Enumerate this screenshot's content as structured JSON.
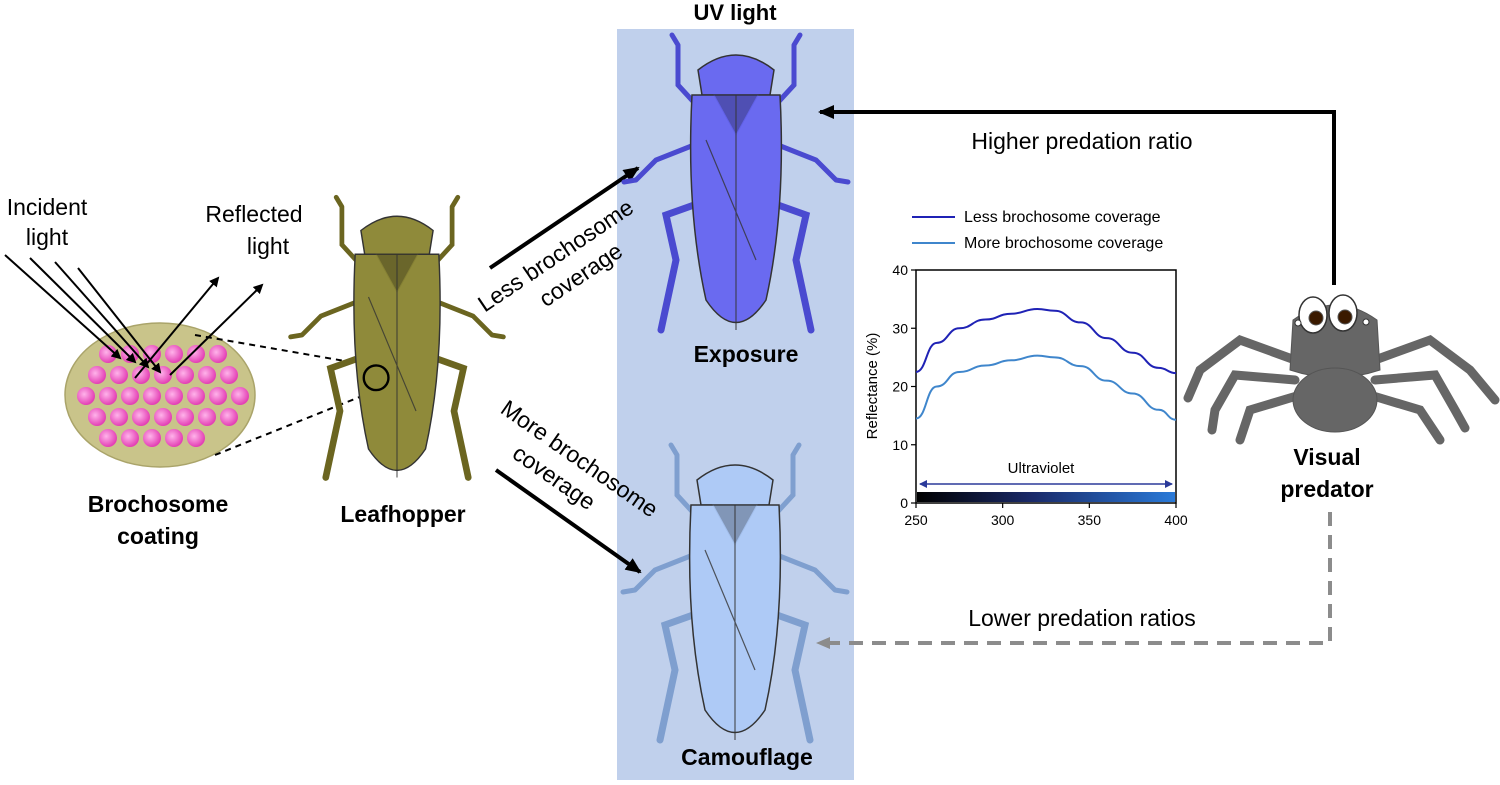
{
  "labels": {
    "uv_light": "UV light",
    "incident_light": [
      "Incident",
      "light"
    ],
    "reflected_light": [
      "Reflected",
      "light"
    ],
    "brochosome_coating": [
      "Brochosome",
      "coating"
    ],
    "leafhopper": "Leafhopper",
    "less_coverage": [
      "Less brochosome",
      "coverage"
    ],
    "more_coverage": [
      "More brochosome",
      "coverage"
    ],
    "exposure": "Exposure",
    "camouflage": "Camouflage",
    "higher_predation": "Higher predation ratio",
    "lower_predation": "Lower predation ratios",
    "visual_predator": [
      "Visual",
      "predator"
    ]
  },
  "colors": {
    "uv_panel": "#c0d0ec",
    "exposed_insect": "#6a6af0",
    "camouflaged_insect": "#aecaf6",
    "leafhopper_body": "#8f8a3a",
    "brochosome": "#ee4fc0",
    "coating_disc": "#c9c48a",
    "spider": "#666666",
    "solid_arrow": "#000000",
    "dashed_arrow": "#8c8c8c"
  },
  "chart_data": {
    "type": "line",
    "x": [
      250,
      262,
      275,
      290,
      305,
      320,
      330,
      345,
      360,
      375,
      390,
      400
    ],
    "series": [
      {
        "name": "Less brochosome coverage",
        "color": "#1f22b5",
        "values": [
          22.5,
          27.5,
          30.0,
          31.5,
          32.5,
          33.3,
          33.0,
          31.0,
          28.3,
          25.8,
          23.2,
          22.3
        ]
      },
      {
        "name": "More brochosome coverage",
        "color": "#3f86cc",
        "values": [
          14.5,
          20.0,
          22.5,
          23.6,
          24.5,
          25.3,
          25.0,
          23.5,
          21.0,
          18.8,
          16.0,
          14.3
        ]
      }
    ],
    "xlim": [
      250,
      400
    ],
    "ylim": [
      0,
      40
    ],
    "xticks": [
      250,
      300,
      350,
      400
    ],
    "yticks": [
      0,
      10,
      20,
      30,
      40
    ],
    "xlabel": "",
    "ylabel": "Reflectance (%)",
    "band_label": "Ultraviolet",
    "legend_position": "top"
  }
}
